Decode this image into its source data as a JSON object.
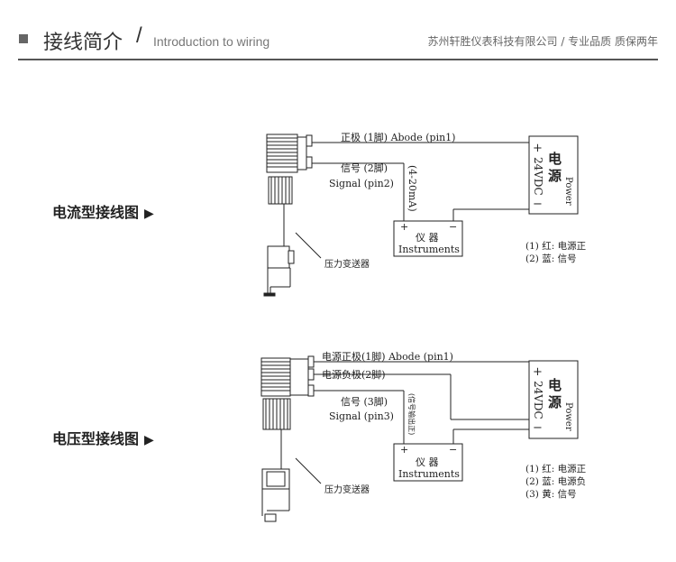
{
  "header": {
    "title_cn": "接线简介",
    "slash": "/",
    "title_en": "Introduction to wiring",
    "company": "苏州轩胜仪表科技有限公司 / 专业品质 质保两年"
  },
  "diagram1": {
    "section_label": "电流型接线图",
    "arrow": "▶",
    "wire1_label": "正极 (1脚) Abode (pin1)",
    "signal_label_cn": "信号 (2脚)",
    "signal_label_en": "Signal (pin2)",
    "current_label": "(4-20mA)",
    "power_label_cn_1": "电",
    "power_label_cn_2": "源",
    "power_label_en": "Power",
    "power_voltage": "24VDC",
    "power_plus": "+",
    "power_minus": "−",
    "instrument_cn": "仪 器",
    "instrument_en": "Instruments",
    "instrument_plus": "+",
    "instrument_minus": "−",
    "transmitter_label": "压力变送器",
    "legend": [
      "(1) 红: 电源正",
      "(2) 蓝: 信号"
    ]
  },
  "diagram2": {
    "section_label": "电压型接线图",
    "arrow": "▶",
    "wire1_label": "电源正极(1脚) Abode (pin1)",
    "wire2_label": "电源负极(2脚)",
    "signal_label_cn": "信号 (3脚)",
    "signal_label_en": "Signal (pin3)",
    "output_label": "(信号输出正)",
    "power_label_cn_1": "电",
    "power_label_cn_2": "源",
    "power_label_en": "Power",
    "power_voltage": "24VDC",
    "power_plus": "+",
    "power_minus": "−",
    "instrument_cn": "仪 器",
    "instrument_en": "Instruments",
    "instrument_plus": "+",
    "instrument_minus": "−",
    "transmitter_label": "压力变送器",
    "legend": [
      "(1) 红: 电源正",
      "(2) 蓝: 电源负",
      "(3) 黄: 信号"
    ]
  }
}
